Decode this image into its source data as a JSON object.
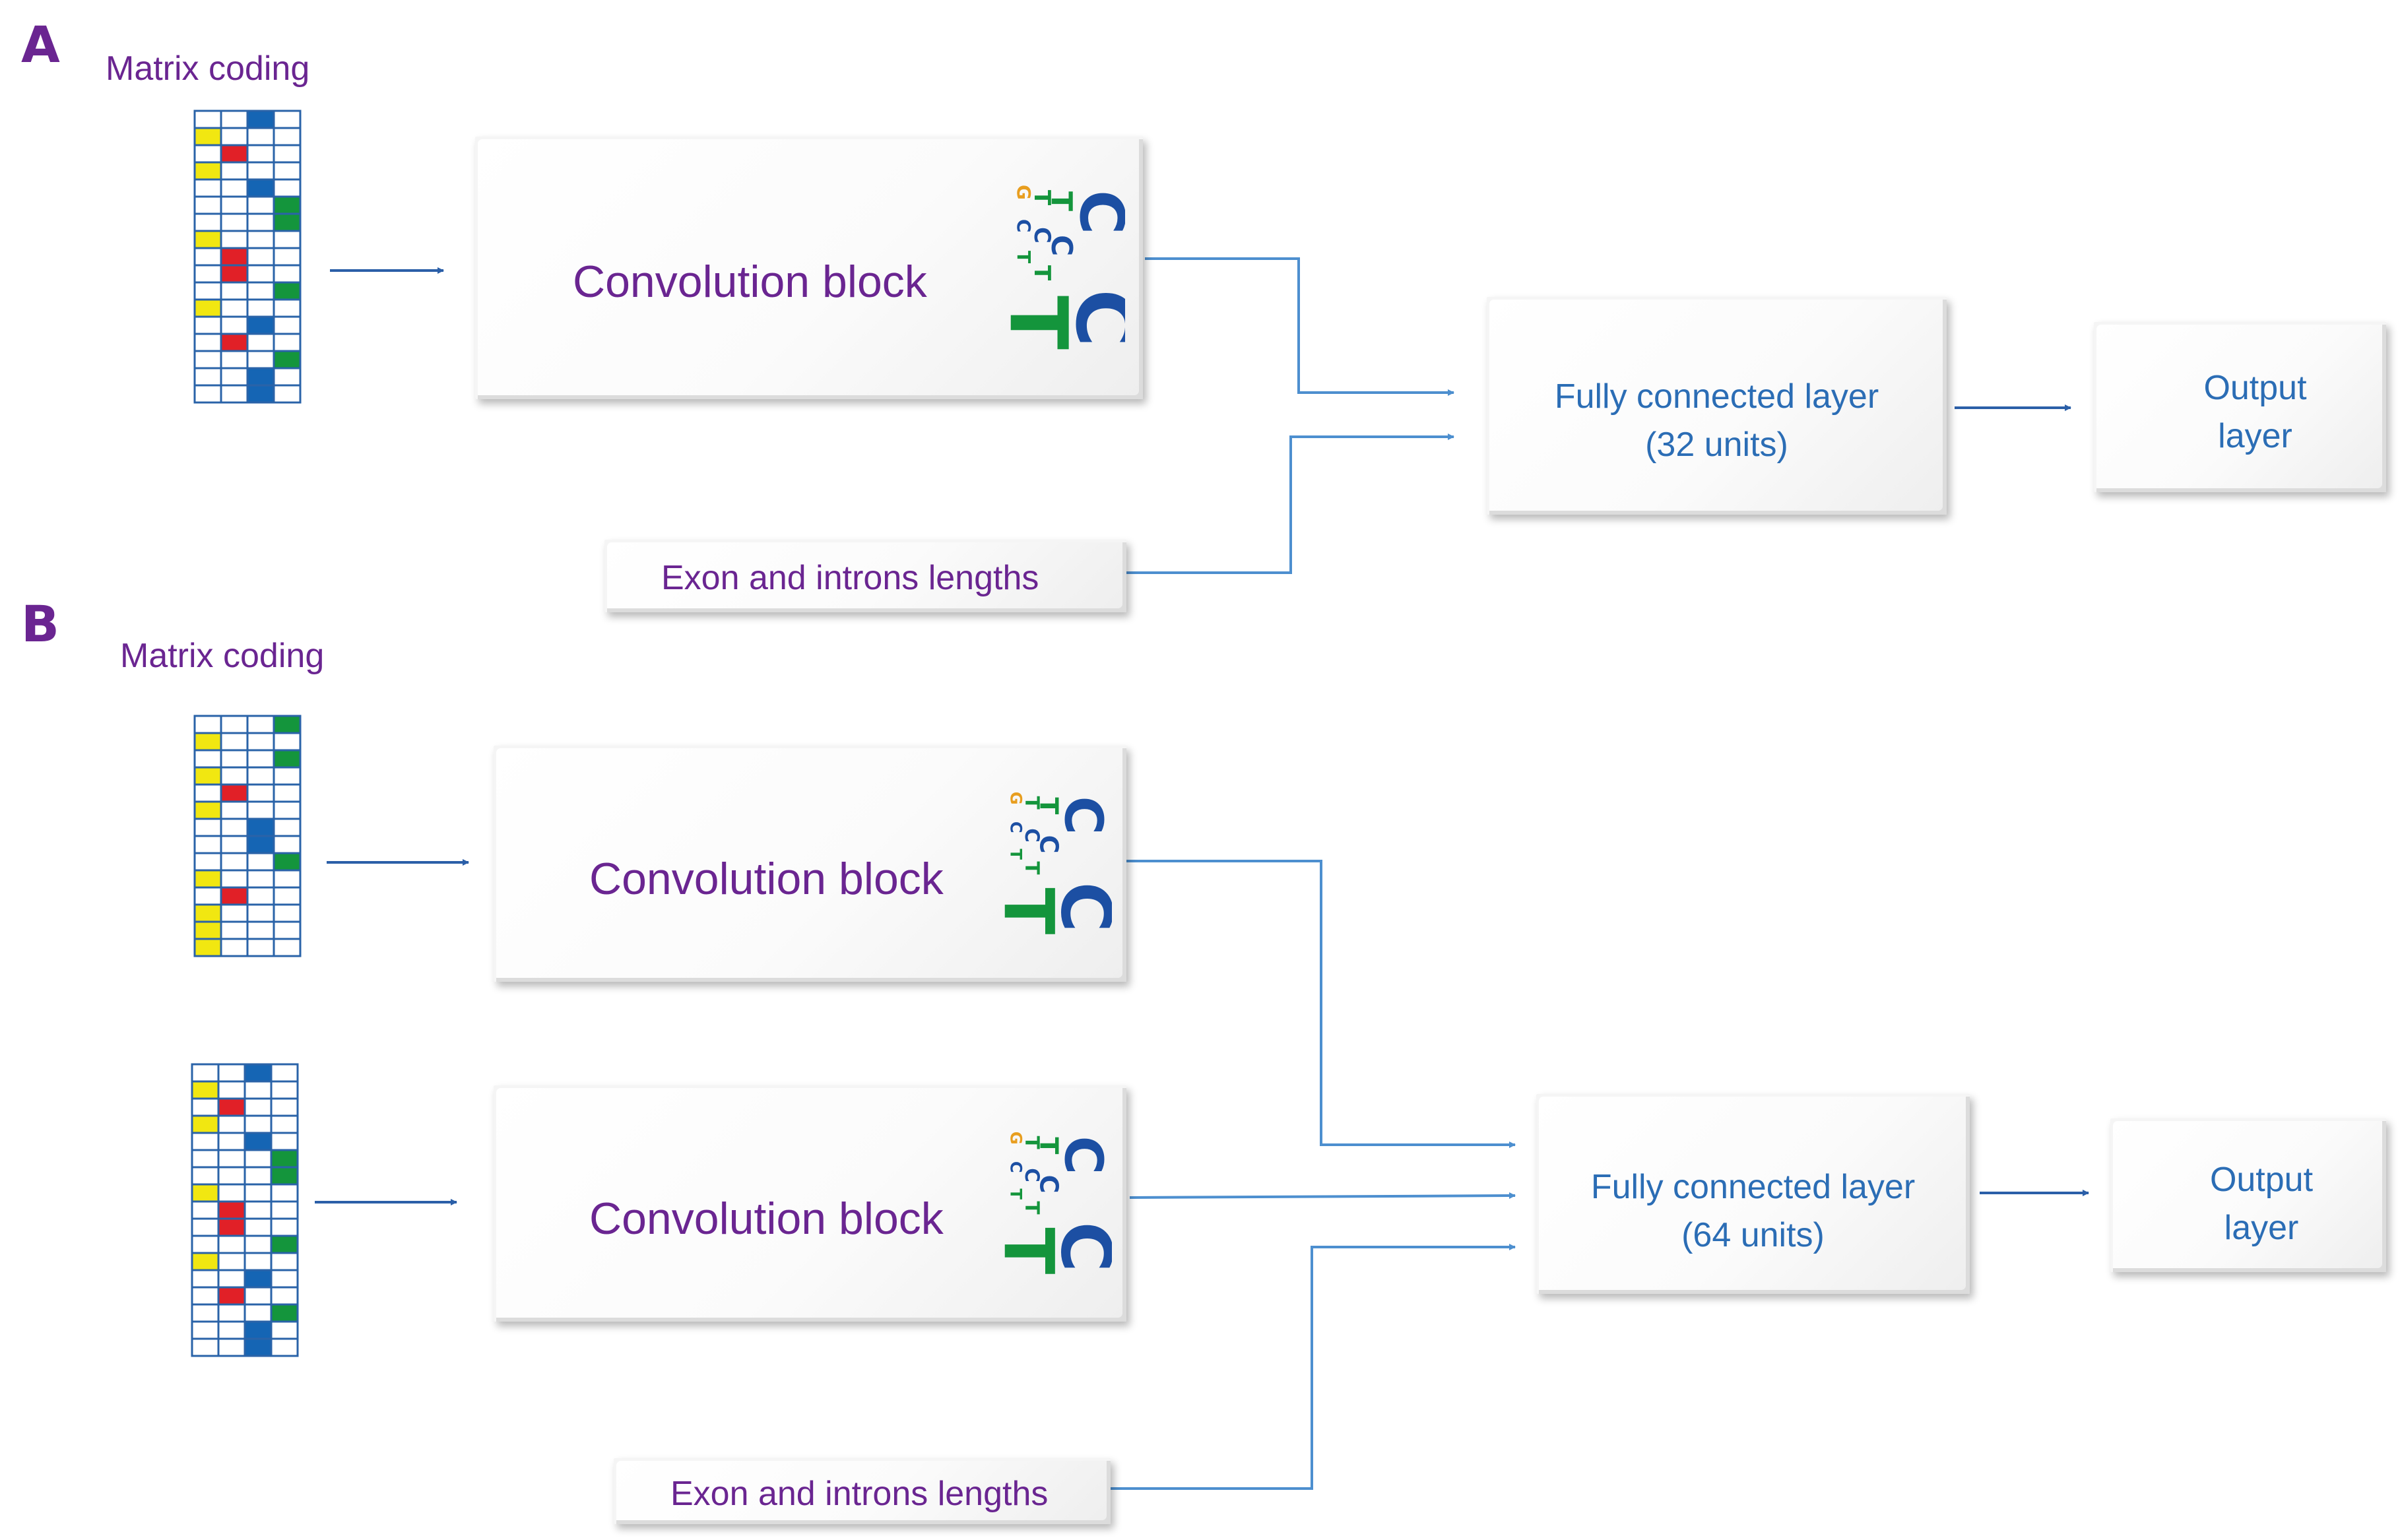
{
  "colors": {
    "purple": "#6a2591",
    "blue_text": "#2b6db5",
    "wire": "#4d8fcf",
    "grid_blue": "#2a63a8",
    "nuc_a": "#f1e711",
    "nuc_c": "#e12027",
    "nuc_g": "#1565b4",
    "nuc_t": "#14953c"
  },
  "panel_a": {
    "letter": "A",
    "matrix_label": "Matrix coding",
    "matrix_rows": [
      2,
      0,
      1,
      0,
      2,
      3,
      3,
      0,
      1,
      1,
      3,
      0,
      2,
      1,
      3,
      2,
      2
    ],
    "conv_label": "Convolution block",
    "exon_label": "Exon and introns lengths",
    "fc_line1": "Fully connected layer",
    "fc_line2": "(32 units)",
    "out_line1": "Output",
    "out_line2": "layer"
  },
  "panel_b": {
    "letter": "B",
    "matrix_label": "Matrix coding",
    "matrix_top_rows": [
      3,
      0,
      3,
      0,
      1,
      0,
      2,
      2,
      3,
      0,
      1,
      0,
      0,
      0
    ],
    "matrix_bottom_rows": [
      2,
      0,
      1,
      0,
      2,
      3,
      3,
      0,
      1,
      1,
      3,
      0,
      2,
      1,
      3,
      2,
      2
    ],
    "conv_top_label": "Convolution block",
    "conv_bottom_label": "Convolution block",
    "exon_label": "Exon and introns lengths",
    "fc_line1": "Fully connected layer",
    "fc_line2": "(64 units)",
    "out_line1": "Output",
    "out_line2": "layer"
  }
}
